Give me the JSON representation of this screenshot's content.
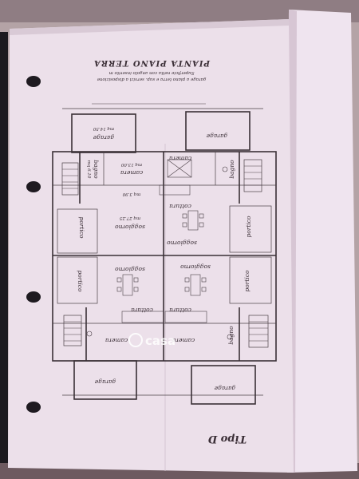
{
  "sheet": {
    "title": "PIANTA PIANO TERRA",
    "note_line1": "Superficie netta con angolo inserito m",
    "note_line2": "garage a piano terra e sup. servizi a disposizione",
    "footer": "Tipo D"
  },
  "rooms": {
    "garage_top_left": "garage",
    "garage_top_left_area": "mq 14.50",
    "garage_top_right": "garage",
    "garage_bottom_left": "garage",
    "garage_bottom_right": "garage",
    "bagno_left_top": "bagno",
    "bagno_left_top_area": "mq 6.10",
    "camera_top_left": "camera",
    "camera_top_left_area": "mq 13.00",
    "camera_top_right": "camera",
    "bagno_right_top": "bagno",
    "cottura_top_left_area": "mq 3.90",
    "cottura_top_right": "cottura",
    "soggiorno_top_left": "soggiorno",
    "soggiorno_top_left_area": "mq 27.25",
    "soggiorno_top_right": "soggiorno",
    "porticato_left_top": "portico",
    "porticato_right_top": "portico",
    "soggiorno_bottom_left": "soggiorno",
    "soggiorno_bottom_right": "soggiorno",
    "porticato_left_bottom": "portico",
    "porticato_right_bottom": "portico",
    "cottura_bottom_left": "cottura",
    "cottura_bottom_right": "cottura",
    "camera_bottom_left": "camera",
    "camera_bottom_right": "camera",
    "bagno_bottom_right": "bagno"
  },
  "watermark": {
    "brand": "casa"
  },
  "colors": {
    "paper": "#ede0ec",
    "paper_shadow": "#d8c9d6",
    "ink": "#3a3036",
    "background": "#b6a2a2",
    "binder": "#1c1a1f"
  }
}
